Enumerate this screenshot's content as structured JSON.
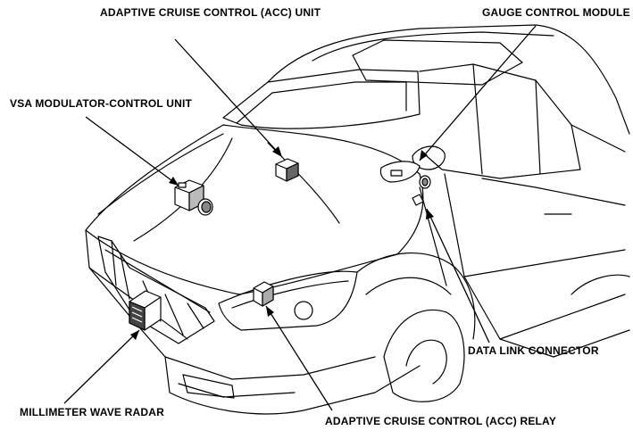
{
  "labels": {
    "acc_unit": "ADAPTIVE CRUISE CONTROL (ACC) UNIT",
    "gauge_module": "GAUGE CONTROL MODULE",
    "vsa_unit": "VSA MODULATOR-CONTROL UNIT",
    "data_link": "DATA LINK CONNECTOR",
    "radar": "MILLIMETER WAVE RADAR",
    "acc_relay": "ADAPTIVE CRUISE CONTROL (ACC) RELAY"
  }
}
